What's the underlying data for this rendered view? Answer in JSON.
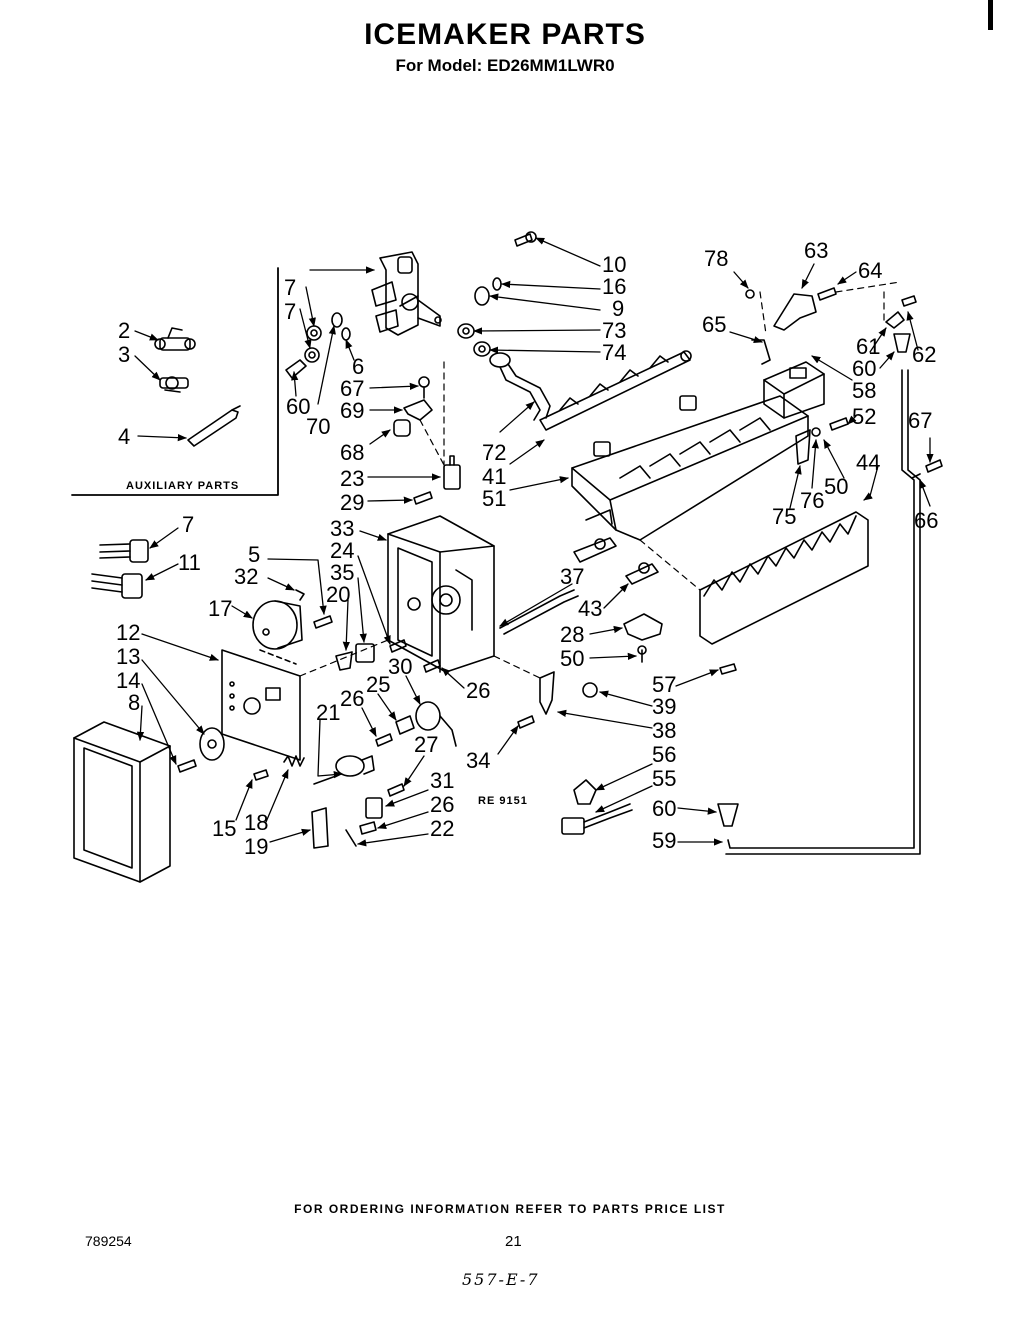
{
  "header": {
    "title": "ICEMAKER PARTS",
    "subtitle": "For Model: ED26MM1LWR0"
  },
  "auxiliary_label": "AUXILIARY PARTS",
  "ref_code": "RE 9151",
  "footer": {
    "ordering_note": "FOR ORDERING INFORMATION REFER TO PARTS PRICE LIST",
    "doc_number": "789254",
    "page_number": "21",
    "handwritten_code": "557-E-7"
  },
  "callouts": {
    "c2": "2",
    "c3": "3",
    "c4": "4",
    "c7a": "7",
    "c7b": "7",
    "c60a": "60",
    "c70": "70",
    "c6": "6",
    "c10": "10",
    "c16": "16",
    "c9": "9",
    "c73": "73",
    "c74": "74",
    "c67a": "67",
    "c69": "69",
    "c68": "68",
    "c72": "72",
    "c41": "41",
    "c51": "51",
    "c23": "23",
    "c29": "29",
    "c33": "33",
    "c24": "24",
    "c35": "35",
    "c20": "20",
    "c5": "5",
    "c32": "32",
    "c17": "17",
    "c7c": "7",
    "c11": "11",
    "c12": "12",
    "c13": "13",
    "c14": "14",
    "c8": "8",
    "c15": "15",
    "c18": "18",
    "c19": "19",
    "c21": "21",
    "c26a": "26",
    "c25": "25",
    "c30": "30",
    "c26b": "26",
    "c27": "27",
    "c31": "31",
    "c26c": "26",
    "c22": "22",
    "c34": "34",
    "c37": "37",
    "c43": "43",
    "c28": "28",
    "c50a": "50",
    "c57": "57",
    "c39": "39",
    "c38": "38",
    "c56": "56",
    "c55": "55",
    "c60b": "60",
    "c59": "59",
    "c78": "78",
    "c63": "63",
    "c64": "64",
    "c65": "65",
    "c61": "61",
    "c60c": "60",
    "c62": "62",
    "c58": "58",
    "c52": "52",
    "c67b": "67",
    "c44": "44",
    "c50b": "50",
    "c76": "76",
    "c75": "75",
    "c66": "66"
  }
}
